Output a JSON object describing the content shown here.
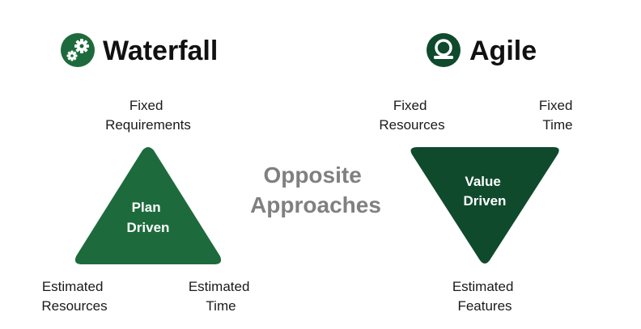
{
  "colors": {
    "waterfall_green": "#1d6b3c",
    "agile_green": "#0f4a2c",
    "center_text": "#808080"
  },
  "waterfall": {
    "title": "Waterfall",
    "icon": "gears-icon",
    "top_label": [
      "Fixed",
      "Requirements"
    ],
    "bottom_left_label": [
      "Estimated",
      "Resources"
    ],
    "bottom_right_label": [
      "Estimated",
      "Time"
    ],
    "triangle_label": [
      "Plan",
      "Driven"
    ]
  },
  "center": {
    "label": [
      "Opposite",
      "Approaches"
    ]
  },
  "agile": {
    "title": "Agile",
    "icon": "agile-cycle-icon",
    "top_left_label": [
      "Fixed",
      "Resources"
    ],
    "top_right_label": [
      "Fixed",
      "Time"
    ],
    "bottom_label": [
      "Estimated",
      "Features"
    ],
    "triangle_label": [
      "Value",
      "Driven"
    ]
  }
}
